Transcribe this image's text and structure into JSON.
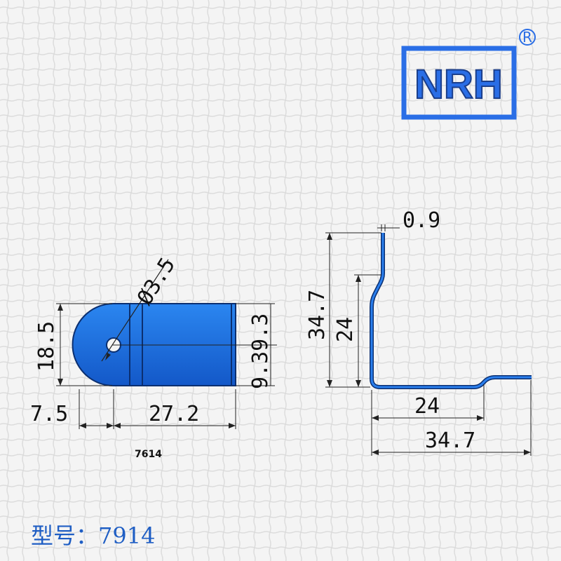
{
  "brand": {
    "logo_text": "NRH",
    "registered_mark": "®",
    "color": "#2a6ee6"
  },
  "part_color": "#1d6fe0",
  "front_view": {
    "hole_diameter": "Ø3.5",
    "height": "18.5",
    "right_dims": "9.39.3",
    "offset": "7.5",
    "length": "27.2",
    "drawing_no": "7614"
  },
  "side_view": {
    "thickness": "0.9",
    "total_height": "34.7",
    "inner_height": "24",
    "inner_length": "24",
    "total_length": "34.7"
  },
  "model_label": "型号：7914",
  "icons": {
    "registered": "registered-mark-icon"
  }
}
